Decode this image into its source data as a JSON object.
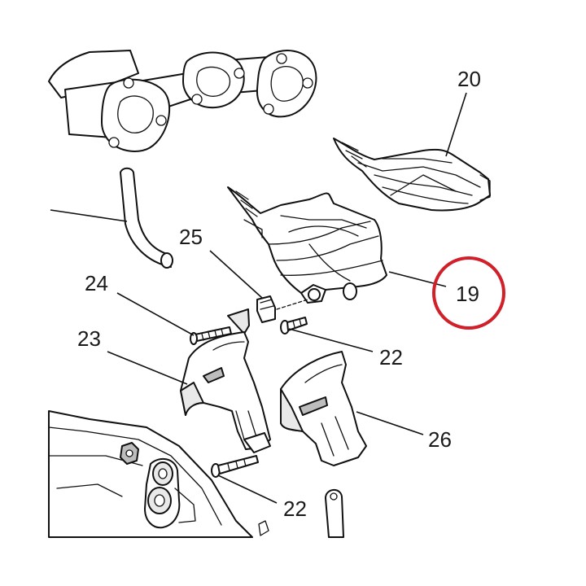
{
  "labels": {
    "p19": "19",
    "p20": "20",
    "p22a": "22",
    "p22b": "22",
    "p23": "23",
    "p24": "24",
    "p25": "25",
    "p26": "26"
  },
  "colors": {
    "highlight": "#d0202a",
    "line": "#111111"
  },
  "highlighted_part": "19"
}
